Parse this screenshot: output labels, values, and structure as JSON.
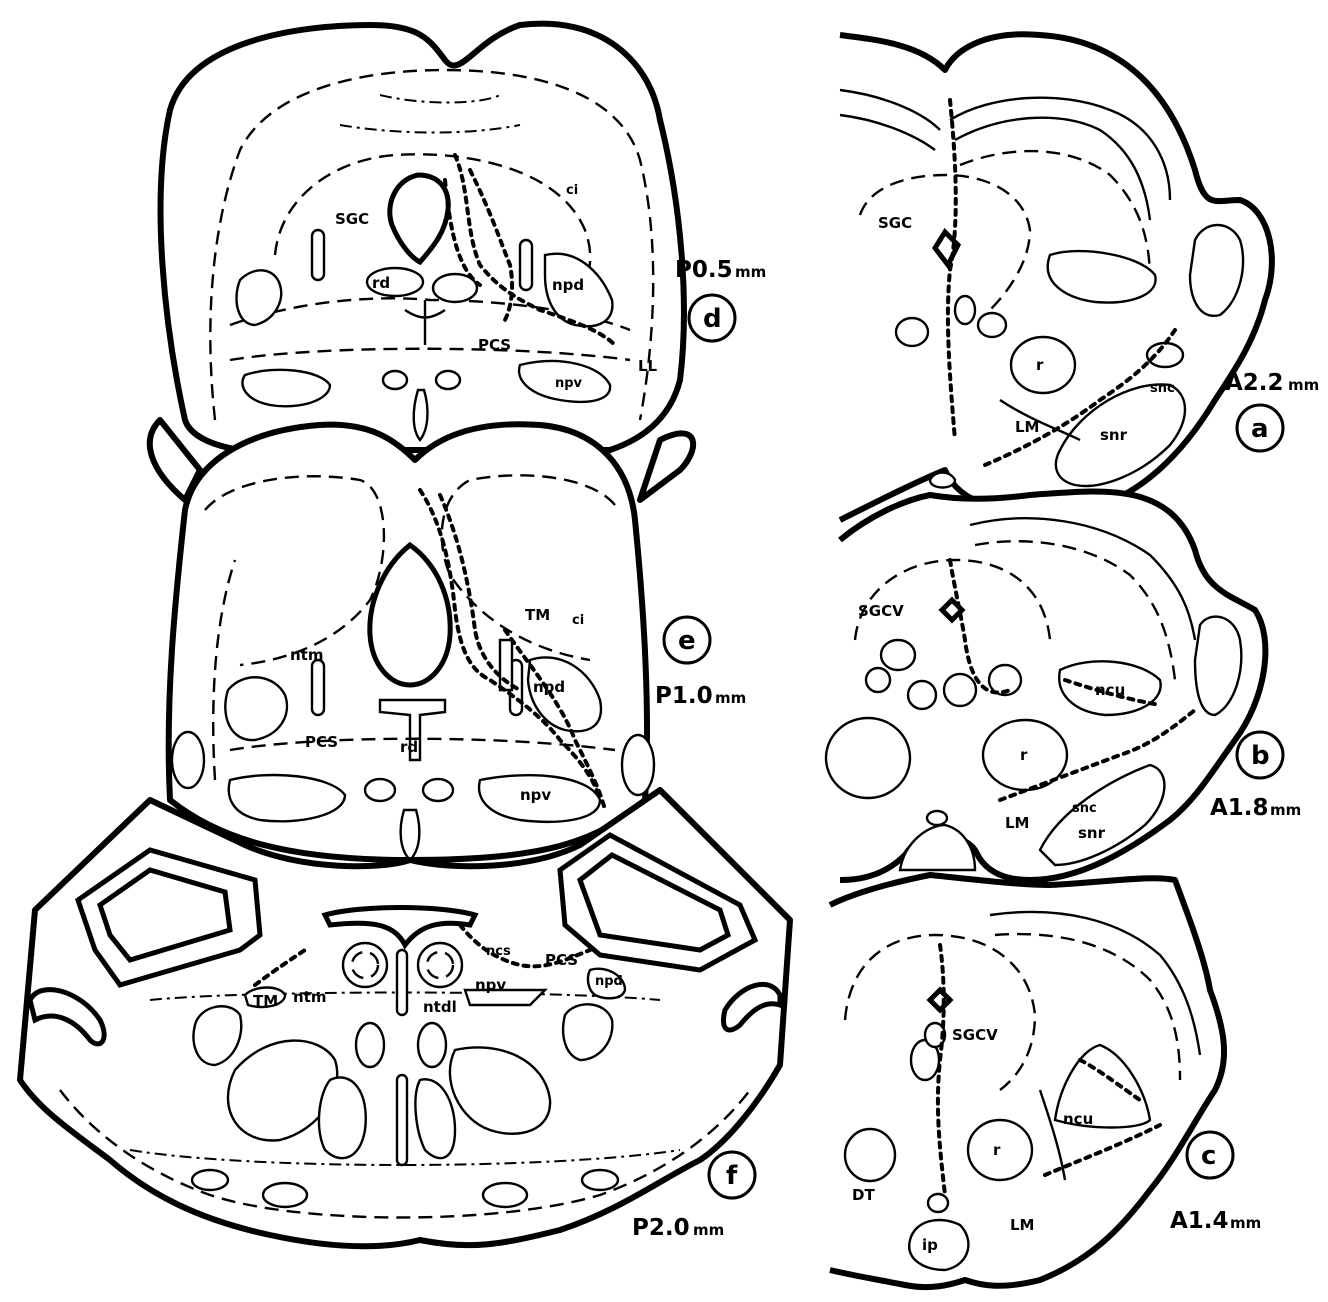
{
  "panels": {
    "a": {
      "letter": "a",
      "level": "A2.2",
      "unit": "mm"
    },
    "b": {
      "letter": "b",
      "level": "A1.8",
      "unit": "mm"
    },
    "c": {
      "letter": "c",
      "level": "A1.4",
      "unit": "mm"
    },
    "d": {
      "letter": "d",
      "level": "P0.5",
      "unit": "mm"
    },
    "e": {
      "letter": "e",
      "level": "P1.0",
      "unit": "mm"
    },
    "f": {
      "letter": "f",
      "level": "P2.0",
      "unit": "mm"
    }
  },
  "labels": {
    "d": {
      "sgc": "SGC",
      "ci": "ci",
      "rd": "rd",
      "npd": "npd",
      "pcs": "PCS",
      "ll": "LL",
      "npv": "npv"
    },
    "e": {
      "tm": "TM",
      "ci": "ci",
      "ntm": "ntm",
      "npd": "npd",
      "rd": "rd",
      "pcs": "PCS",
      "npv": "npv"
    },
    "f": {
      "tm": "TM",
      "ntm": "ntm",
      "ntdl": "ntdl",
      "npv": "npv",
      "pcs": "PCS",
      "npd": "npd",
      "ncs": "ncs"
    },
    "a": {
      "sgc": "SGC",
      "r": "r",
      "lm": "LM",
      "snc": "snc",
      "snr": "snr"
    },
    "b": {
      "sgcv": "SGCV",
      "ncu": "ncu",
      "r": "r",
      "lm": "LM",
      "snc": "snc",
      "snr": "snr"
    },
    "c": {
      "sgcv": "SGCV",
      "ncu": "ncu",
      "r": "r",
      "dt": "DT",
      "ip": "ip",
      "lm": "LM"
    }
  }
}
